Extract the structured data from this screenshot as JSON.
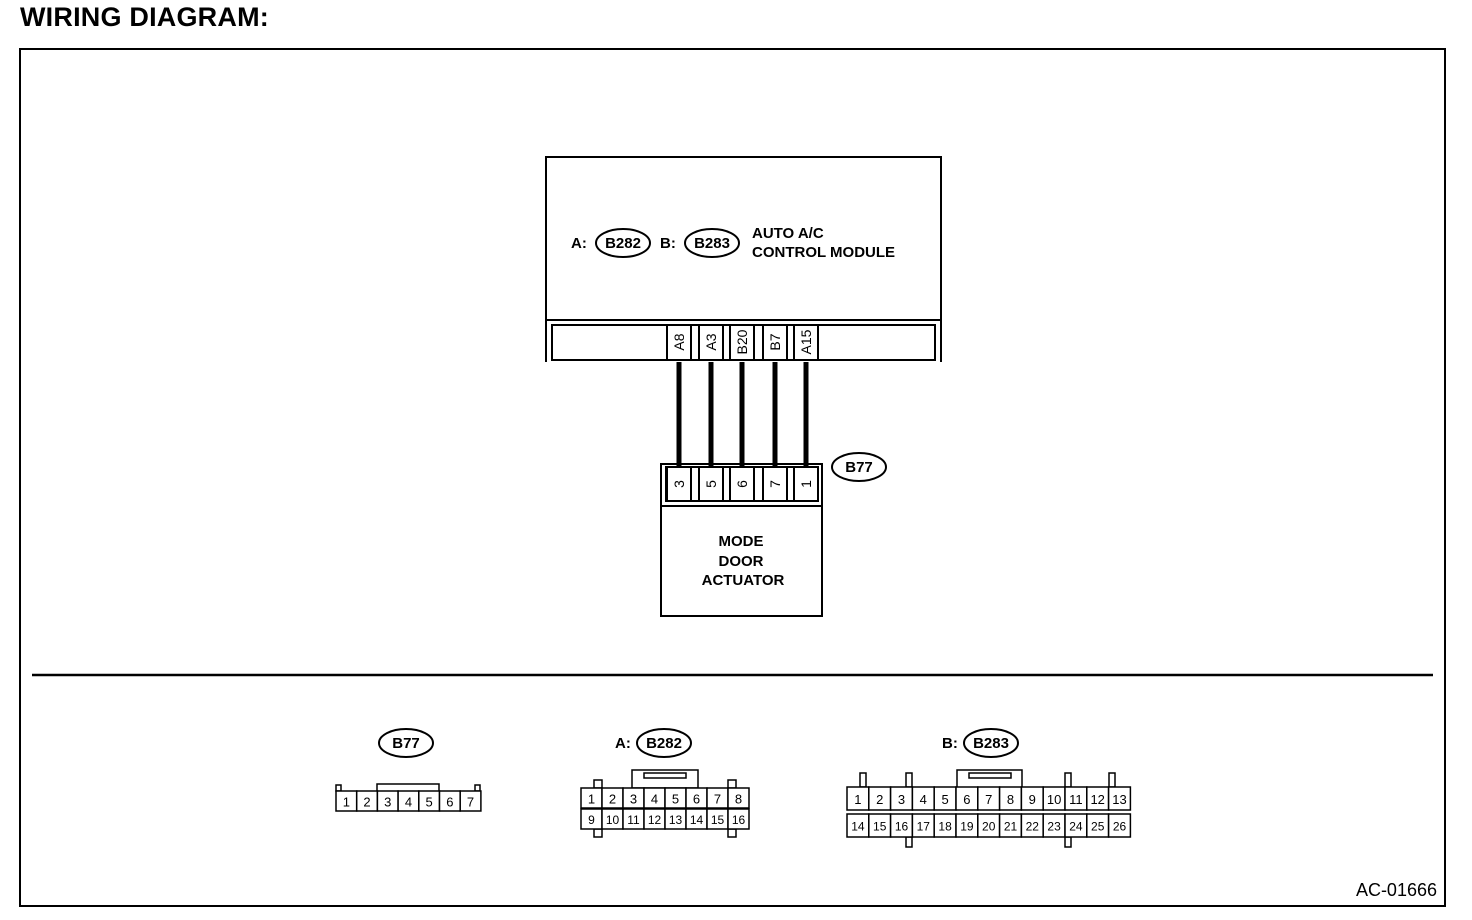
{
  "title": "WIRING DIAGRAM:",
  "figure_id": "AC-01666",
  "control_module": {
    "name_line1": "AUTO A/C",
    "name_line2": "CONTROL MODULE",
    "connector_a_prefix": "A:",
    "connector_a": "B282",
    "connector_b_prefix": "B:",
    "connector_b": "B283",
    "terminals": [
      "A8",
      "A3",
      "B20",
      "B7",
      "A15"
    ]
  },
  "actuator": {
    "connector": "B77",
    "name_line1": "MODE",
    "name_line2": "DOOR",
    "name_line3": "ACTUATOR",
    "pins": [
      "3",
      "5",
      "6",
      "7",
      "1"
    ]
  },
  "connector_views": {
    "b77": {
      "label": "B77",
      "pins": [
        "1",
        "2",
        "3",
        "4",
        "5",
        "6",
        "7"
      ]
    },
    "b282": {
      "prefix": "A:",
      "label": "B282",
      "row1": [
        "1",
        "2",
        "3",
        "4",
        "5",
        "6",
        "7",
        "8"
      ],
      "row2": [
        "9",
        "10",
        "11",
        "12",
        "13",
        "14",
        "15",
        "16"
      ]
    },
    "b283": {
      "prefix": "B:",
      "label": "B283",
      "row1": [
        "1",
        "2",
        "3",
        "4",
        "5",
        "6",
        "7",
        "8",
        "9",
        "10",
        "11",
        "12",
        "13"
      ],
      "row2": [
        "14",
        "15",
        "16",
        "17",
        "18",
        "19",
        "20",
        "21",
        "22",
        "23",
        "24",
        "25",
        "26"
      ]
    }
  }
}
